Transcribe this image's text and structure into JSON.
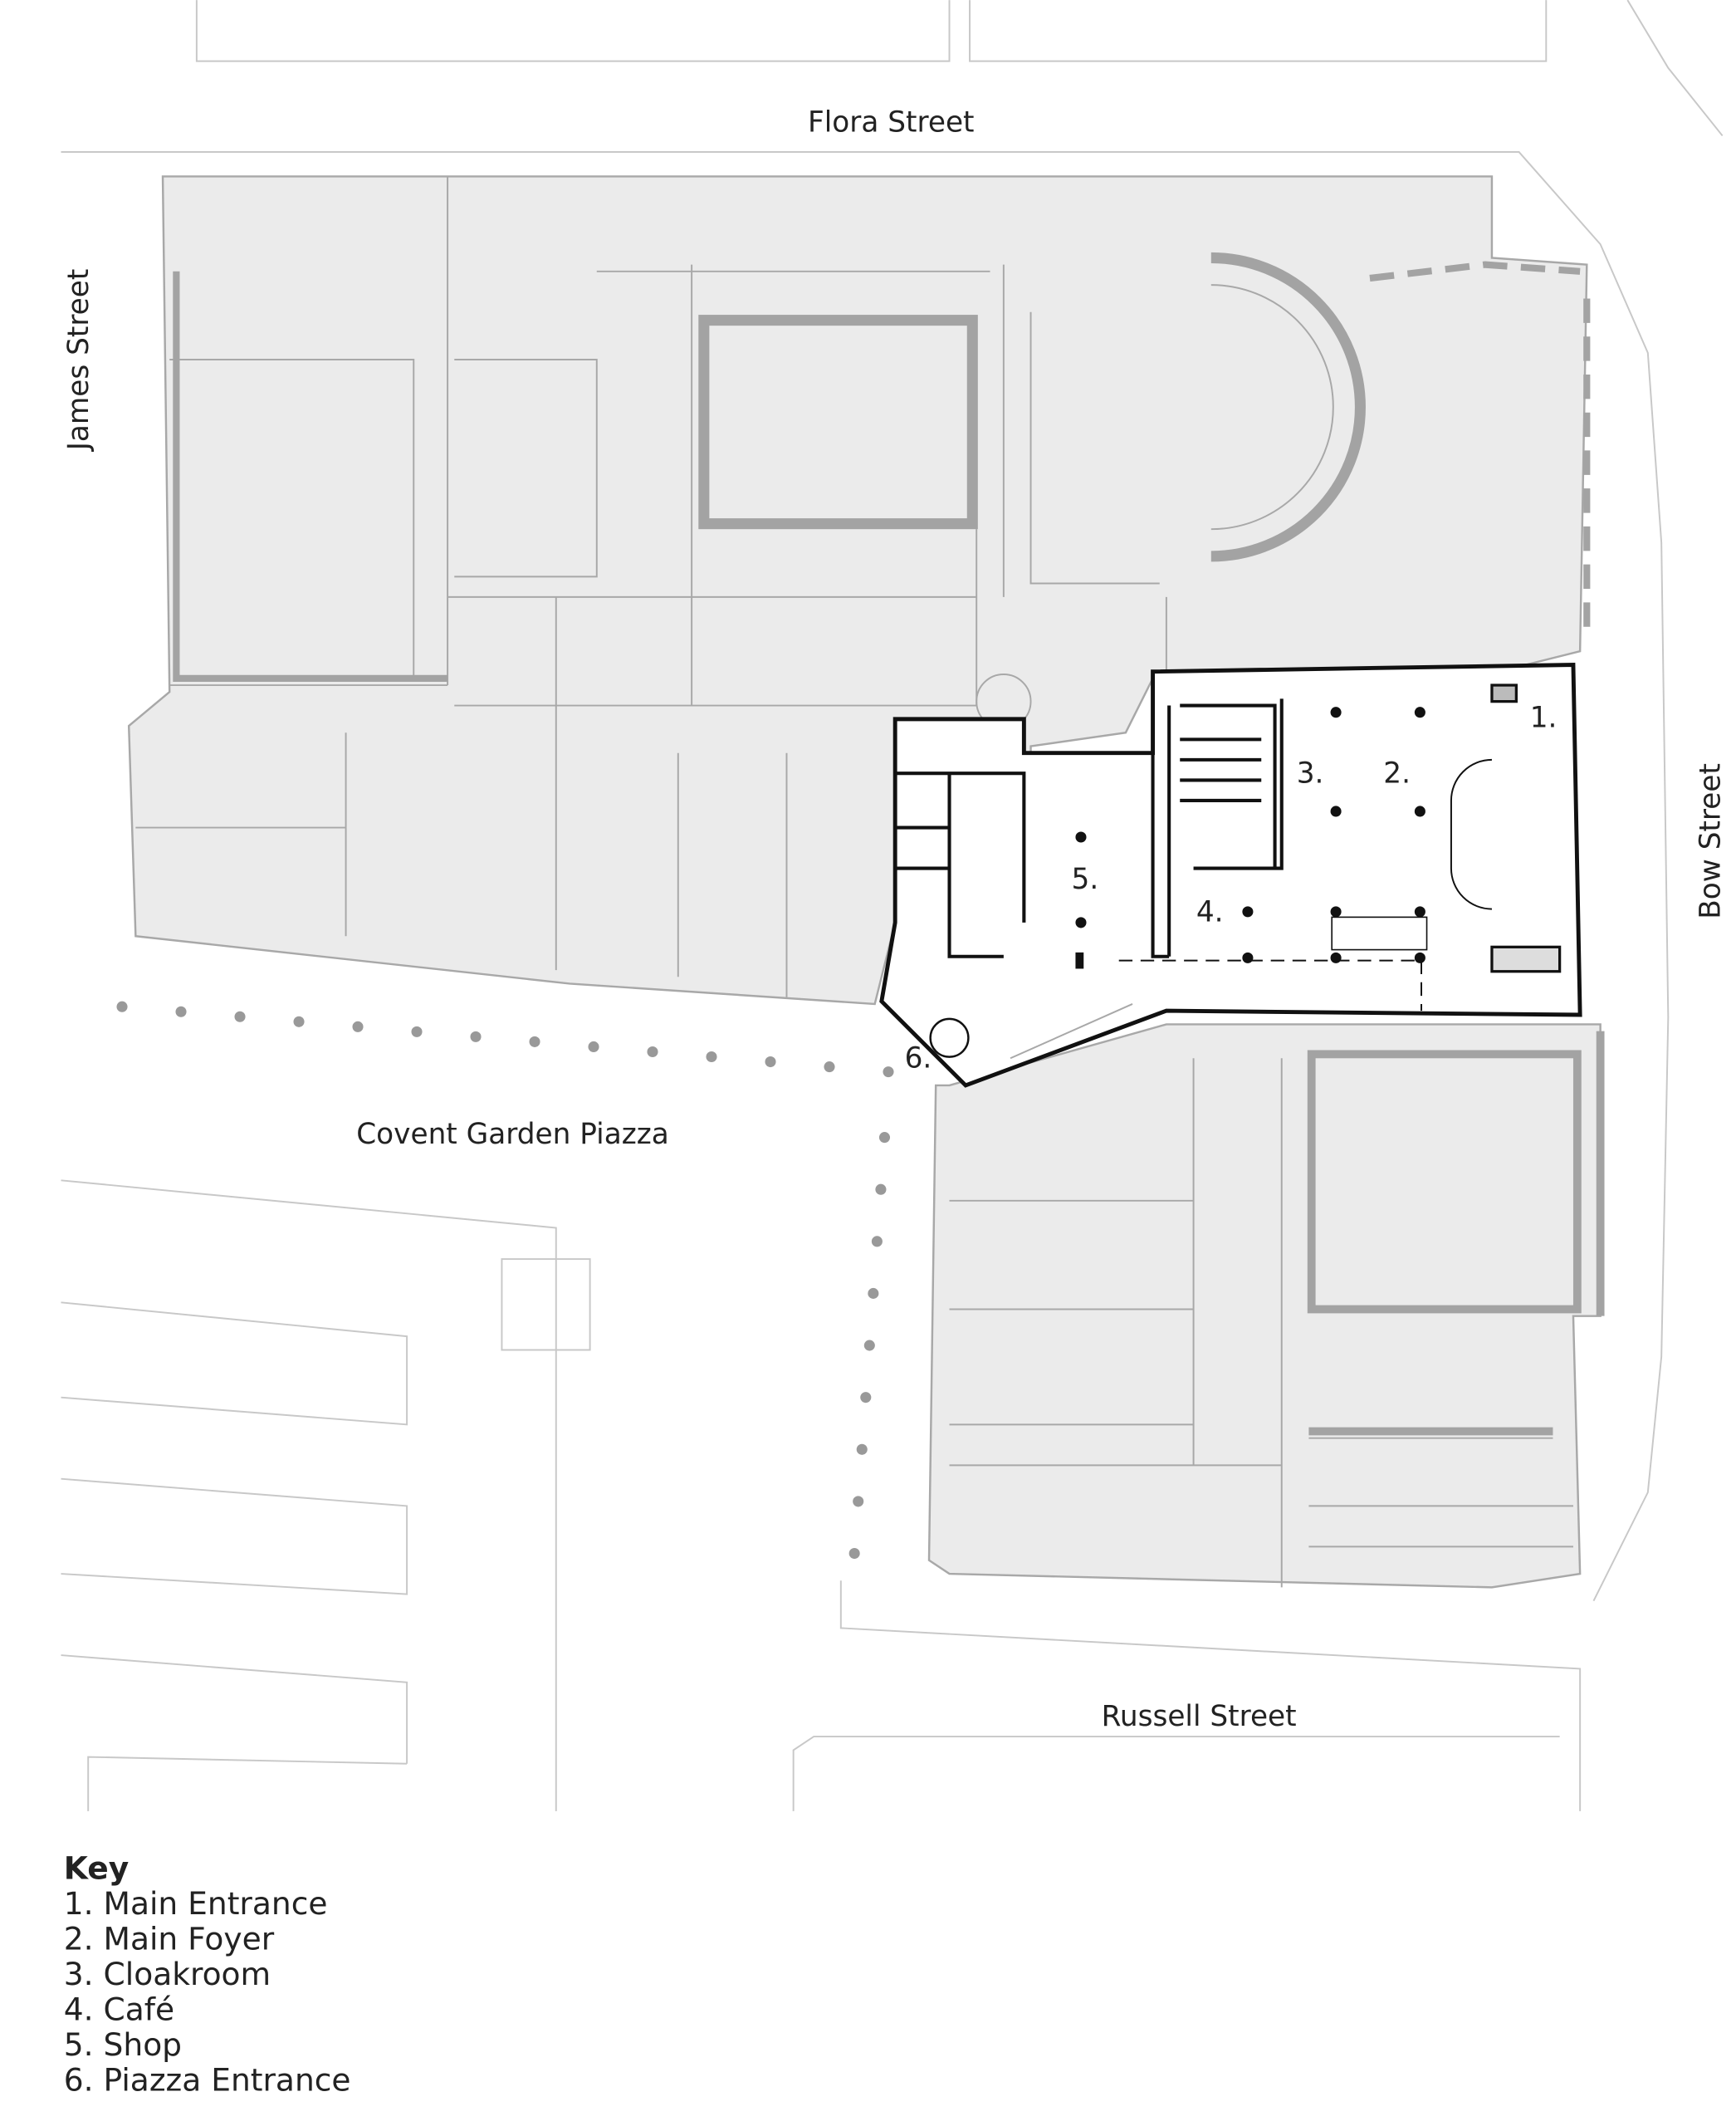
{
  "streets": {
    "north": "Flora Street",
    "west": "James Street",
    "east": "Bow Street",
    "south": "Russell Street",
    "piazza": "Covent Garden Piazza"
  },
  "plan_labels": [
    "1.",
    "2.",
    "3.",
    "4.",
    "5.",
    "6."
  ],
  "key": {
    "title": "Key",
    "items": [
      "1. Main Entrance",
      "2. Main Foyer",
      "3. Cloakroom",
      "4. Café",
      "5. Shop",
      "6. Piazza Entrance"
    ]
  },
  "colors": {
    "building_fill": "#ebebeb",
    "wall": "#a8a8a8",
    "highlight_wall": "#111111"
  }
}
